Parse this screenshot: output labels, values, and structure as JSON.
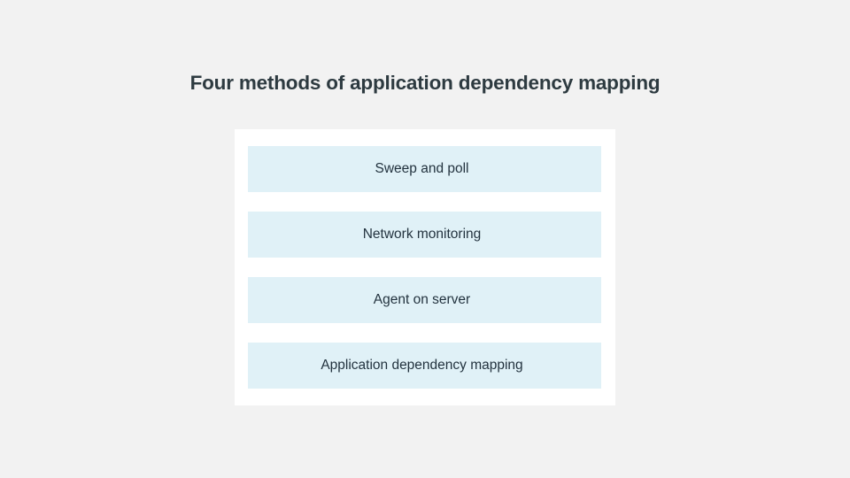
{
  "figure": {
    "title": "Four methods of application dependency mapping",
    "background_color": "#f2f2f2",
    "card_color": "#ffffff",
    "bar_color": "#e0f1f7",
    "title_color": "#2d3a40",
    "label_color": "#23333f",
    "methods": [
      {
        "label": "Sweep and poll"
      },
      {
        "label": "Network monitoring"
      },
      {
        "label": "Agent on server"
      },
      {
        "label": "Application dependency mapping"
      }
    ]
  },
  "chart_data": {
    "type": "table",
    "title": "Four methods of application dependency mapping",
    "categories": [
      "Sweep and poll",
      "Network monitoring",
      "Agent on server",
      "Application dependency mapping"
    ],
    "values": [
      1,
      1,
      1,
      1
    ],
    "xlabel": "",
    "ylabel": "",
    "legend": [],
    "grid": false
  }
}
